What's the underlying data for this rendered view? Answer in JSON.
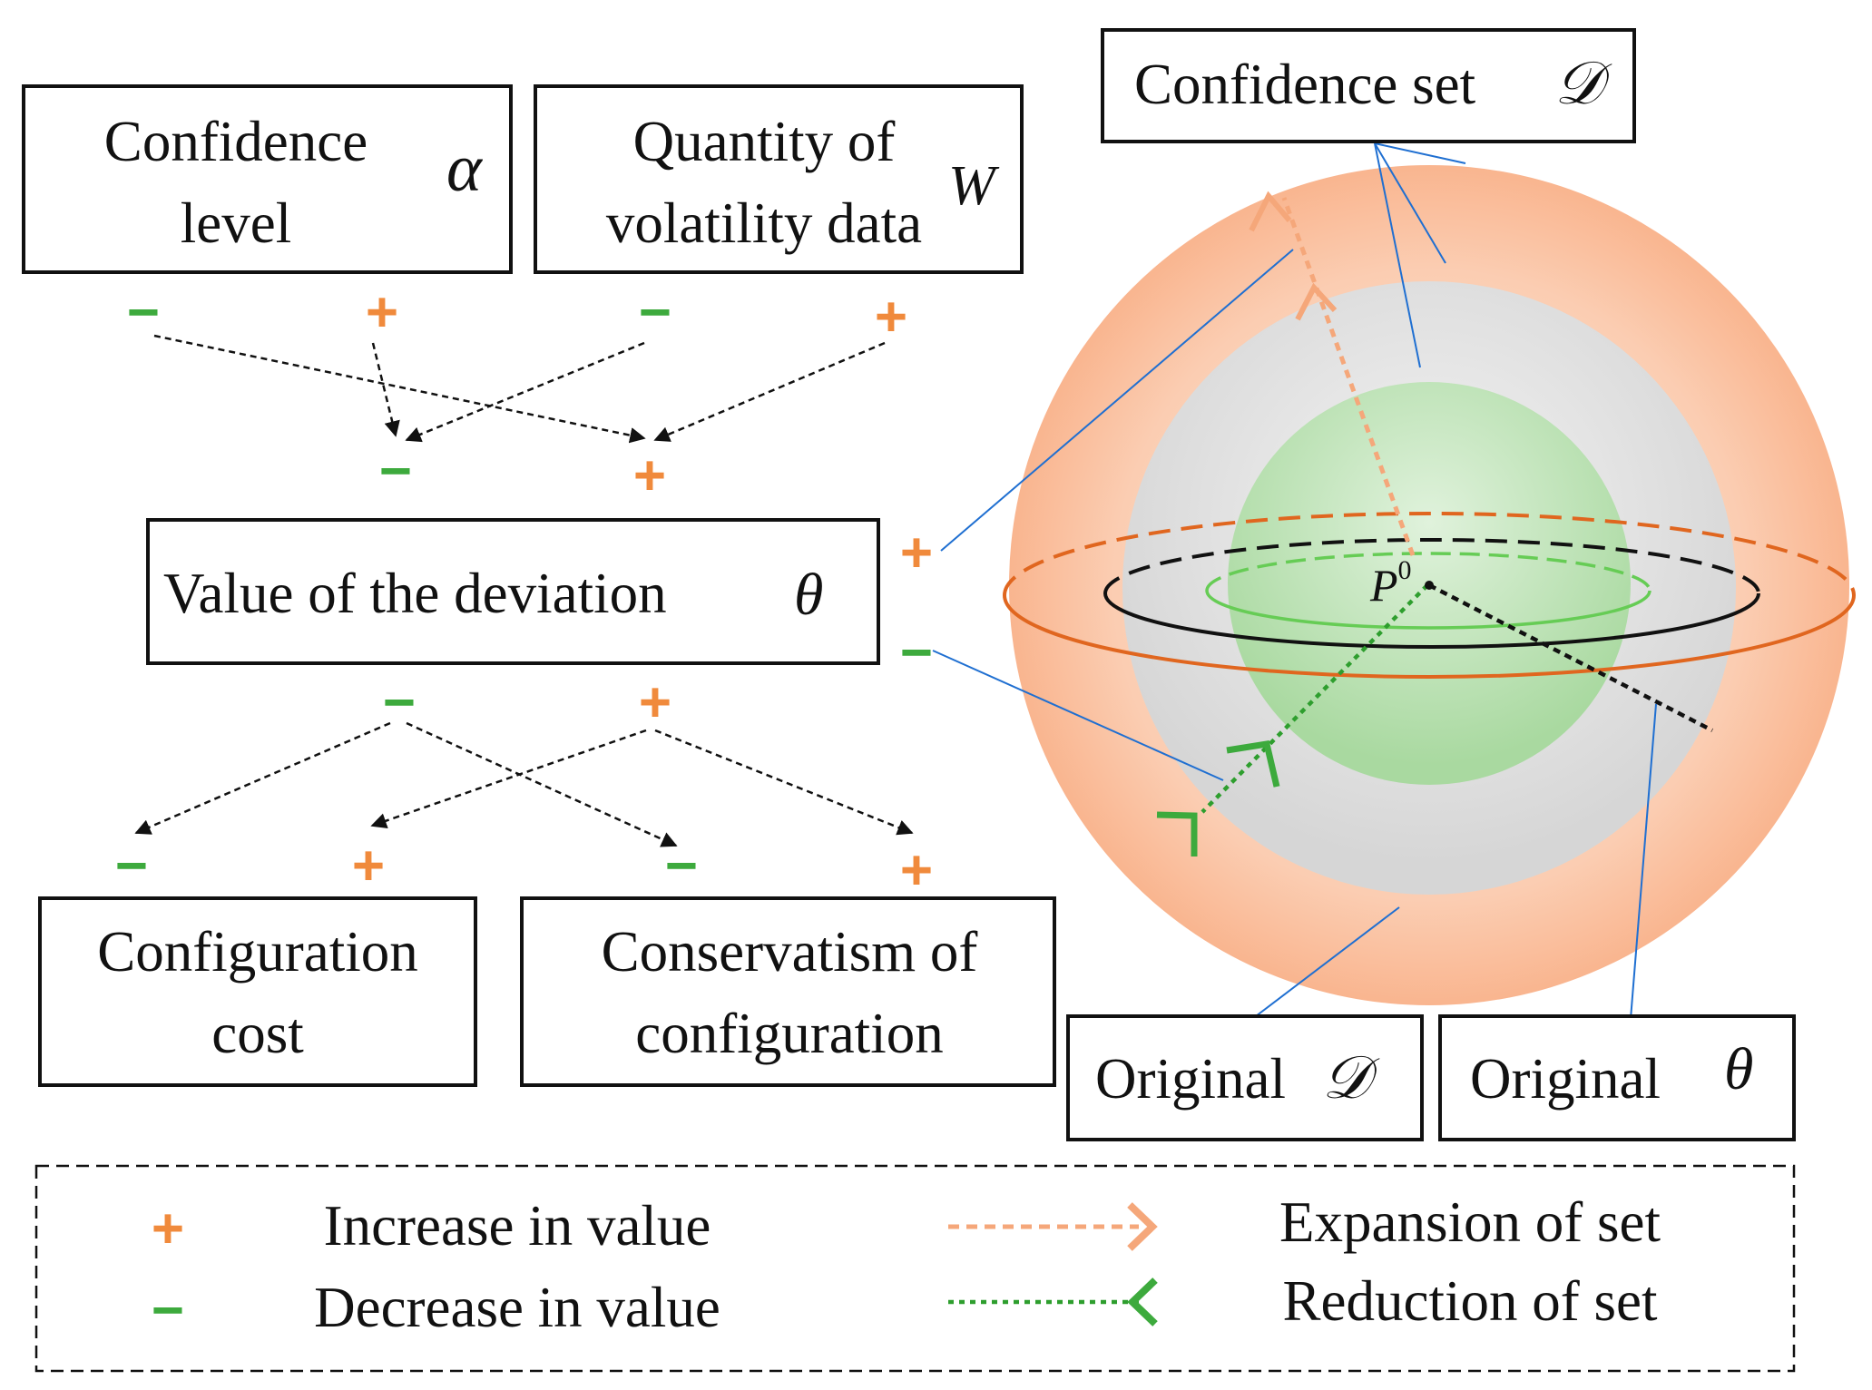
{
  "boxes": {
    "confidence_level": {
      "line1": "Confidence",
      "line2": "level",
      "symbol": "α"
    },
    "volatility_data": {
      "line1": "Quantity of",
      "line2": "volatility data",
      "symbol": "W"
    },
    "deviation": {
      "label": "Value of the deviation",
      "symbol": "θ"
    },
    "config_cost": {
      "line1": "Configuration",
      "line2": "cost"
    },
    "conservatism": {
      "line1": "Conservatism of",
      "line2": "configuration"
    },
    "confidence_set": {
      "label": "Confidence set",
      "symbol": "𝒟"
    },
    "original_d": {
      "label": "Original",
      "symbol": "𝒟"
    },
    "original_theta": {
      "label": "Original",
      "symbol": "θ"
    }
  },
  "signs": {
    "plus": "+",
    "minus": "−"
  },
  "point_label": {
    "base": "P",
    "sup": "0"
  },
  "legend": {
    "increase": "Increase in value",
    "decrease": "Decrease  in value",
    "expansion": "Expansion of set",
    "reduction": "Reduction of set"
  },
  "colors": {
    "plus": "#f08a3c",
    "minus": "#3daa3d",
    "expand": "#f5a77a",
    "reduce": "#2e9e2e",
    "leader": "#1f6fd1",
    "outer_ring": "#e0661f"
  }
}
